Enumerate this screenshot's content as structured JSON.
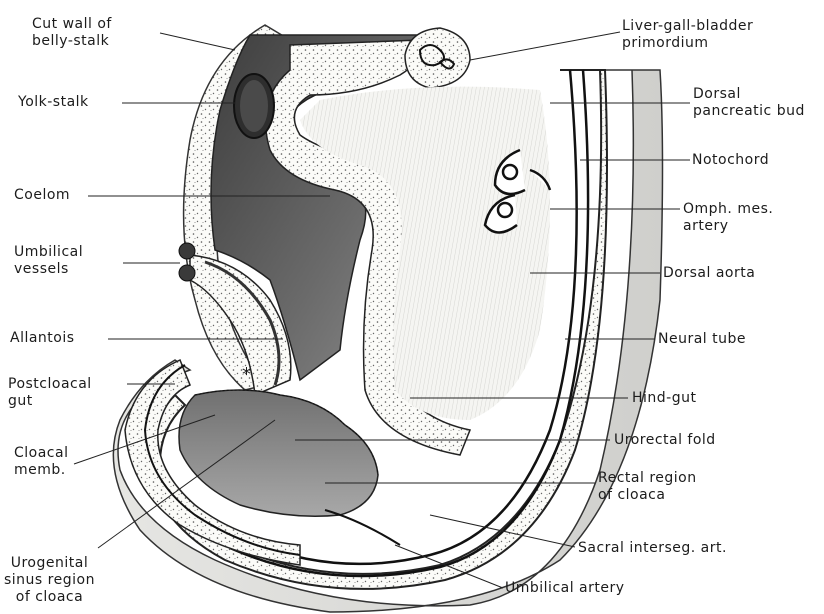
{
  "figure": {
    "labels_left": [
      {
        "id": "cut-wall",
        "text": "Cut wall of\nbelly-stalk"
      },
      {
        "id": "yolk-stalk",
        "text": "Yolk-stalk"
      },
      {
        "id": "coelom",
        "text": "Coelom"
      },
      {
        "id": "umbilical-vessels",
        "text": "Umbilical\nvessels"
      },
      {
        "id": "allantois",
        "text": "Allantois"
      },
      {
        "id": "postcloacal-gut",
        "text": "Postcloacal\ngut"
      },
      {
        "id": "cloacal-memb",
        "text": "Cloacal\nmemb."
      },
      {
        "id": "urogenital-sinus",
        "text": "Urogenital\nsinus region\nof cloaca"
      }
    ],
    "labels_right": [
      {
        "id": "liver-gall-bladder",
        "text": "Liver-gall-bladder\nprimordium"
      },
      {
        "id": "dorsal-pancreatic-bud",
        "text": "Dorsal\npancreatic bud"
      },
      {
        "id": "notochord",
        "text": "Notochord"
      },
      {
        "id": "omph-mes-artery",
        "text": "Omph. mes.\nartery"
      },
      {
        "id": "dorsal-aorta",
        "text": "Dorsal aorta"
      },
      {
        "id": "neural-tube",
        "text": "Neural tube"
      },
      {
        "id": "hind-gut",
        "text": "Hind-gut"
      },
      {
        "id": "urorectal-fold",
        "text": "Urorectal fold"
      },
      {
        "id": "rectal-region",
        "text": "Rectal region\nof cloaca"
      },
      {
        "id": "sacral-interseg",
        "text": "Sacral interseg. art."
      },
      {
        "id": "umbilical-artery",
        "text": "Umbilical artery"
      }
    ],
    "marker": "*"
  }
}
